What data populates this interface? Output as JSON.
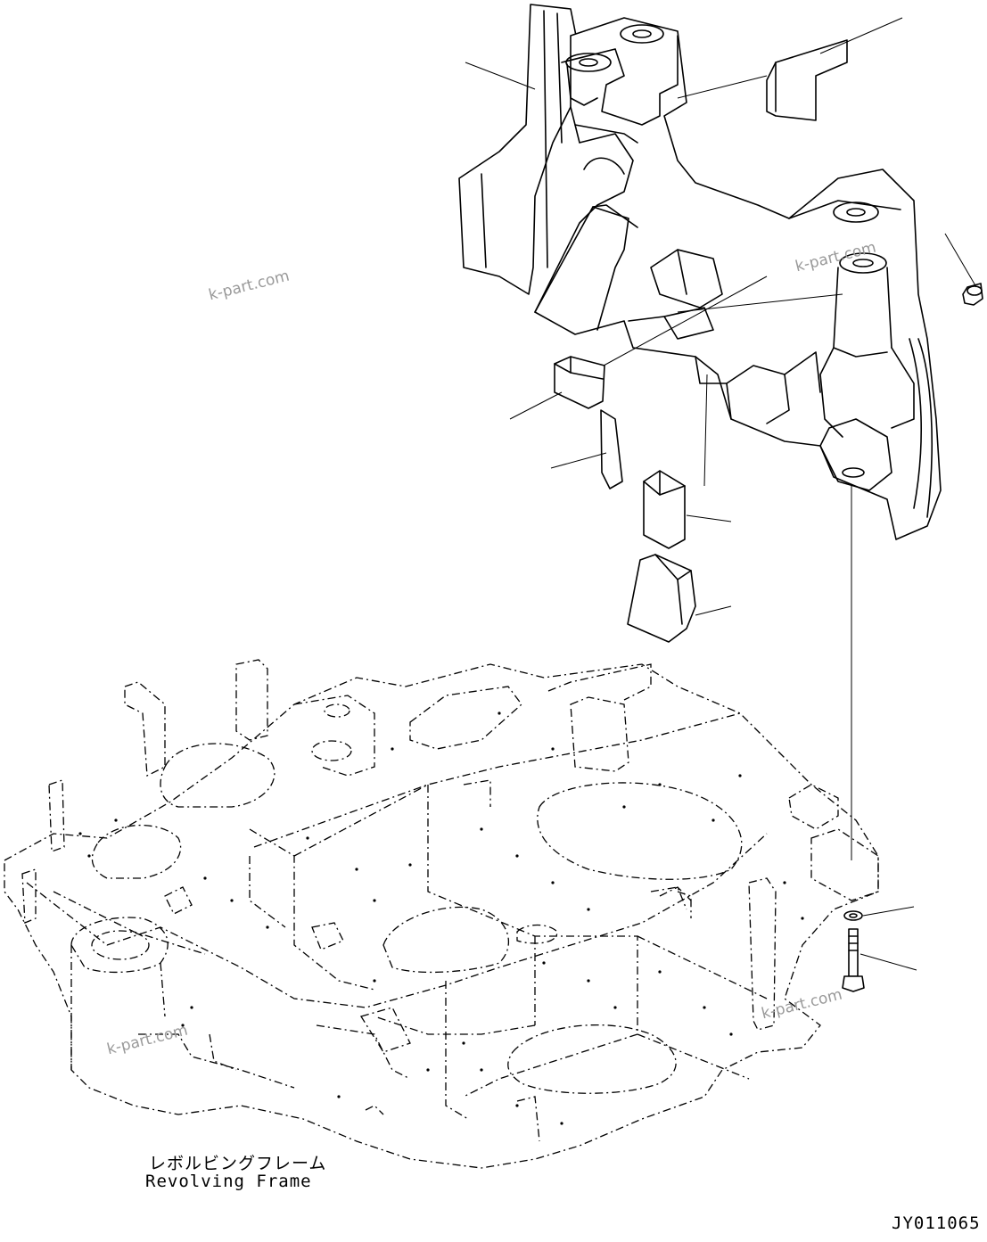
{
  "labels": {
    "part_name_jp": "レボルビングフレーム",
    "part_name_en": "Revolving Frame",
    "drawing_code": "JY011065"
  },
  "watermarks": [
    "k-part.com",
    "k-part.com",
    "k-part.com",
    "k-part.com"
  ]
}
